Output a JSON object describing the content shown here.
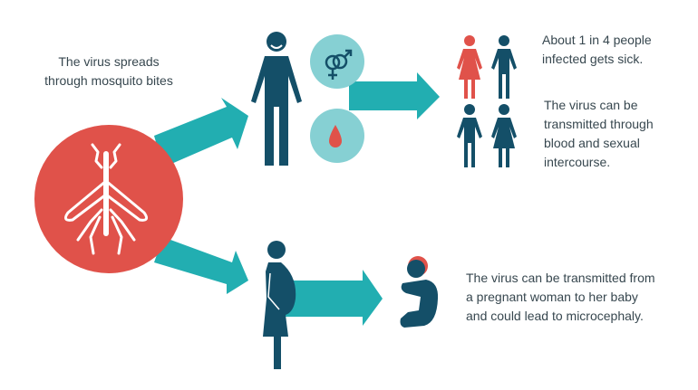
{
  "colors": {
    "teal": "#22aeb1",
    "navy": "#144f68",
    "red": "#e0524a",
    "light_teal": "#86d0d3",
    "text": "#37474f"
  },
  "captions": {
    "mosquito": [
      "The virus spreads",
      "through mosquito bites"
    ],
    "one_in_four": [
      "About 1 in 4 people",
      "infected gets sick."
    ],
    "blood_sexual": [
      "The virus can be",
      "transmitted through",
      "blood and sexual",
      "intercourse."
    ],
    "pregnancy": [
      "The virus can be transmitted from",
      "a pregnant woman to her baby",
      "and could lead to microcephaly."
    ]
  }
}
